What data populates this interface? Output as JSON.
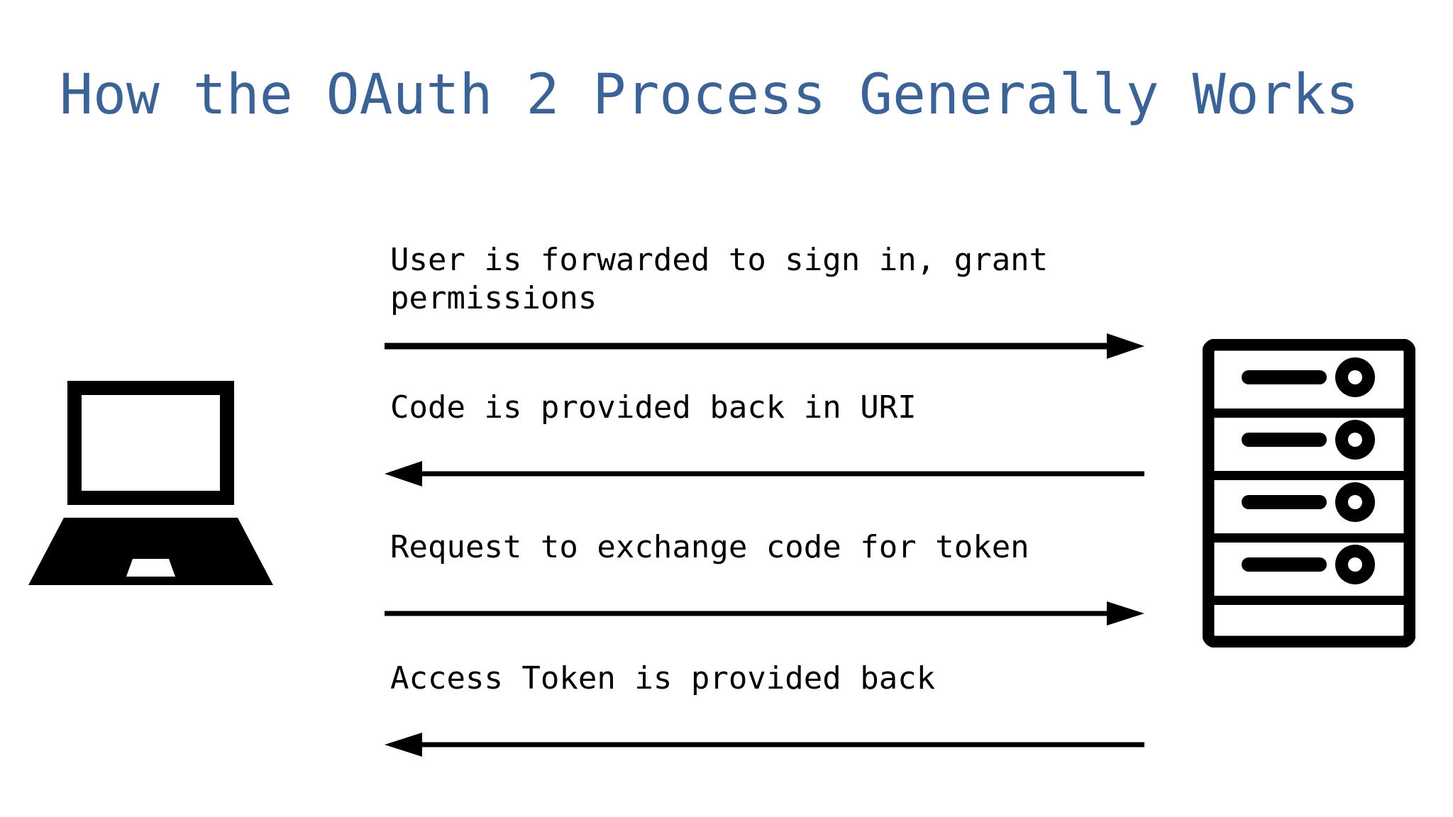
{
  "page": {
    "title": "How the OAuth 2 Process Generally Works",
    "background_color": "#ffffff",
    "title_color": "#3c6395",
    "stroke_color": "#000000"
  },
  "actors": {
    "left": {
      "icon": "laptop-icon",
      "label": ""
    },
    "right": {
      "icon": "server-rack-icon",
      "label": ""
    }
  },
  "messages": [
    {
      "index": "1",
      "text": "User is forwarded to sign in, grant\npermissions",
      "direction": "right"
    },
    {
      "index": "2",
      "text": "Code is provided back in URI",
      "direction": "left"
    },
    {
      "index": "3",
      "text": "Request to exchange code for token",
      "direction": "right"
    },
    {
      "index": "4",
      "text": "Access Token is provided back",
      "direction": "left"
    }
  ]
}
